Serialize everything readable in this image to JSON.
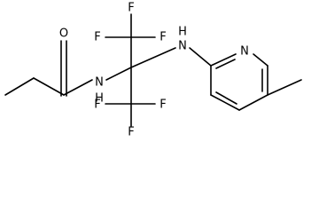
{
  "diagram": {
    "atoms": {
      "oxygen": "O",
      "nitrogen_amide_n": "N",
      "nitrogen_amide_h": "H",
      "nitrogen_amine_h": "H",
      "nitrogen_amine_n": "N",
      "nitrogen_pyridine": "N",
      "fluorine": "F"
    }
  }
}
